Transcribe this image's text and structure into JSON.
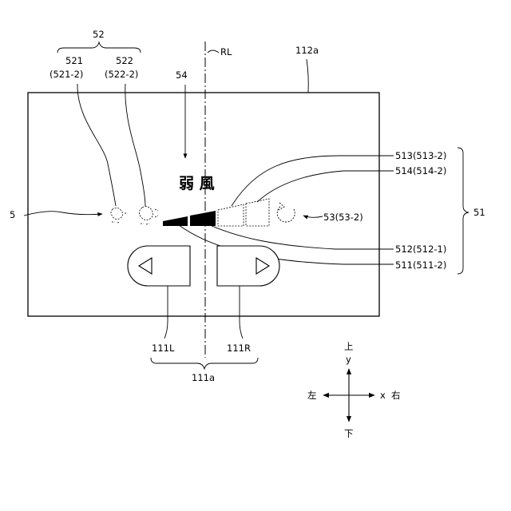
{
  "labels": {
    "group52": "52",
    "l521": "521",
    "l521sub": "(521-2)",
    "l522": "522",
    "l522sub": "(522-2)",
    "rl": "RL",
    "l112a": "112a",
    "l54": "54",
    "wind_text": "弱 風",
    "l5": "5",
    "l513": "513(513-2)",
    "l514": "514(514-2)",
    "l53": "53(53-2)",
    "l51": "51",
    "l512": "512(512-1)",
    "l511": "511(511-2)",
    "l111L": "111L",
    "l111R": "111R",
    "l111a": "111a"
  },
  "axes": {
    "up": "上",
    "y": "y",
    "left": "左",
    "x": "x",
    "right": "右",
    "down": "下"
  },
  "colors": {
    "ink": "#000000",
    "background": "#ffffff"
  }
}
